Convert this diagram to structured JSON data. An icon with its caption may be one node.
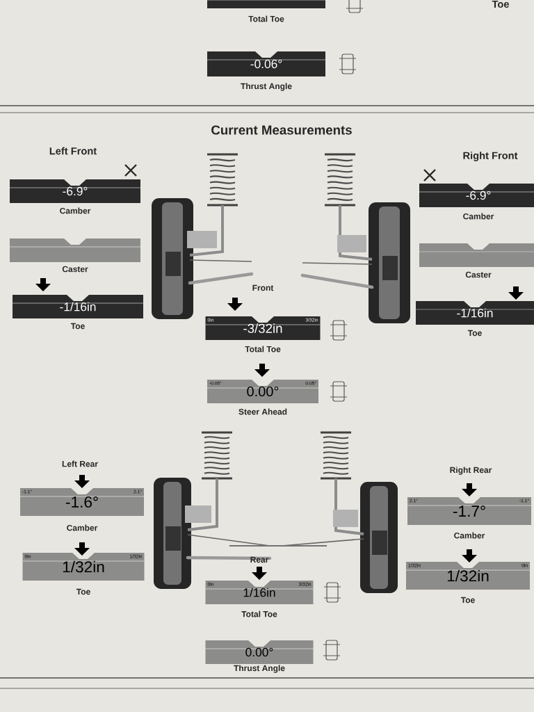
{
  "diagram": {
    "title": "Current Measurements",
    "nodes": [
      {
        "text": [
          "Total Toe"
        ]
      },
      {
        "text": [
          "-0.06°",
          "Thrust Angle"
        ]
      },
      {
        "text": [
          "-6.9°",
          "Camber"
        ]
      },
      {
        "text": [
          "Caster"
        ]
      },
      {
        "text": [
          "-1/16in",
          "Toe"
        ]
      },
      {
        "text": [
          "-6.9°",
          "Camber"
        ]
      },
      {
        "text": [
          "Caster"
        ]
      },
      {
        "text": [
          "-1/16in",
          "Toe"
        ]
      },
      {
        "text": [
          "0in",
          "3/32in",
          "-3/32in",
          "Total Toe"
        ]
      },
      {
        "text": [
          "-0.05°",
          "0.05°",
          "0.00°",
          "Steer Ahead"
        ]
      },
      {
        "text": [
          "-1.1°",
          "2.1°",
          "-1.6°",
          "Camber"
        ]
      },
      {
        "text": [
          "0in",
          "1/32in",
          "1/32in",
          "Toe"
        ]
      },
      {
        "text": [
          "2.1°",
          "-1.1°",
          "-1.7°",
          "Camber"
        ]
      },
      {
        "text": [
          "1/32in",
          "0in",
          "1/32in",
          "Toe"
        ]
      },
      {
        "text": [
          "0in",
          "3/32in",
          "1/16in",
          "Total Toe"
        ]
      },
      {
        "text": [
          "0.00°",
          "Thrust Angle"
        ]
      }
    ],
    "labels": [
      "Toe",
      "Left Front",
      "Right Front",
      "Front",
      "Left Rear",
      "Right Rear",
      "Rear"
    ]
  }
}
